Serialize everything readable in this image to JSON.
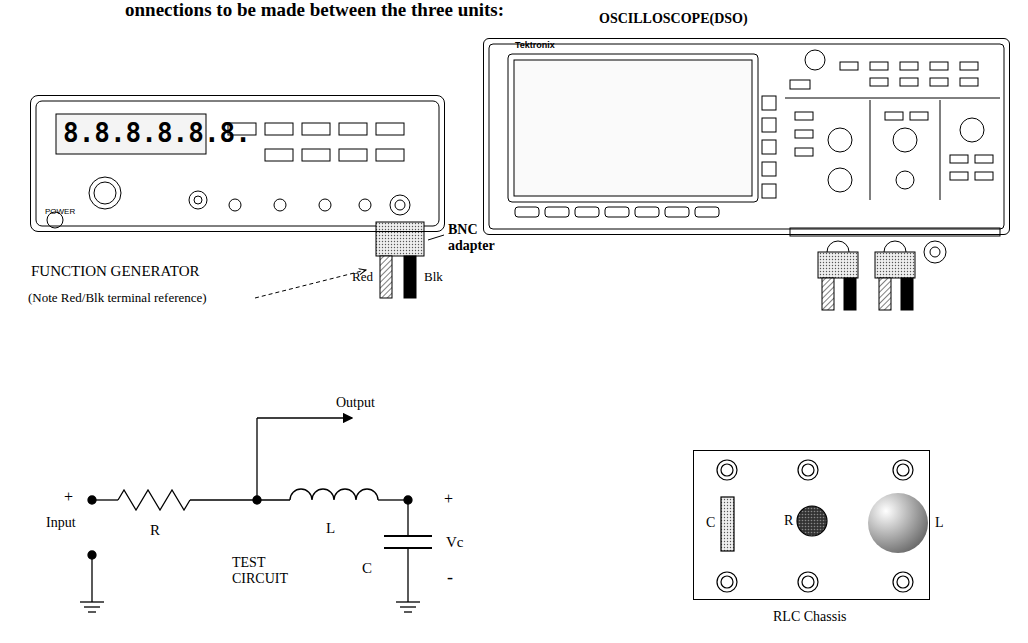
{
  "diagram": {
    "nodes": [
      {
        "text": [
          "8.8.8.8.8.8.",
          "POWER",
          "FUNCTION  GENERATOR"
        ]
      },
      {
        "text": [
          "OSCILLOSCOPE(DSO)",
          "Tektronix"
        ]
      },
      {
        "text": [
          "C",
          "R",
          "L",
          "RLC Chassis"
        ]
      }
    ],
    "edges": [],
    "labels": [
      "onnections to be made between the three units:",
      "BNC adapter",
      "Red",
      "Blk",
      "(Note  Red/Blk terminal reference)",
      "Output",
      "+",
      "Input",
      "R",
      "TEST CIRCUIT",
      "L",
      "+",
      "Vc",
      "C",
      "-"
    ]
  }
}
